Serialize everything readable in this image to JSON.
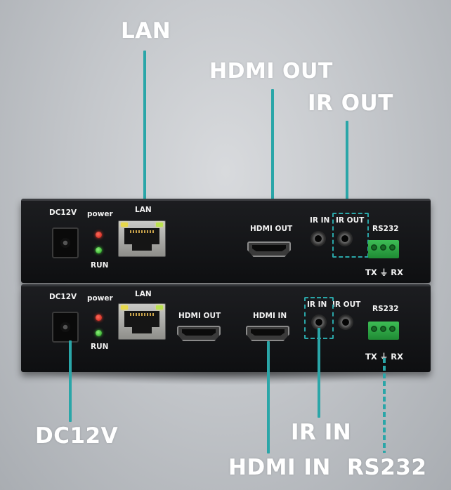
{
  "callouts": {
    "lan": "LAN",
    "hdmi_out": "HDMI OUT",
    "ir_out": "IR OUT",
    "dc12v": "DC12V",
    "ir_in": "IR IN",
    "hdmi_in": "HDMI IN",
    "rs232": "RS232"
  },
  "transmitter": {
    "dc_label": "DC12V",
    "power_label": "power",
    "run_label": "RUN",
    "lan_label": "LAN",
    "hdmi_label": "HDMI OUT",
    "ir_in_label": "IR IN",
    "ir_out_label": "IR OUT",
    "rs232_label": "RS232",
    "rs232_pins": "TX ⏚ RX"
  },
  "receiver": {
    "dc_label": "DC12V",
    "power_label": "power",
    "run_label": "RUN",
    "lan_label": "LAN",
    "hdmi_out_label": "HDMI OUT",
    "hdmi_in_label": "HDMI IN",
    "ir_in_label": "IR IN",
    "ir_out_label": "IR OUT",
    "rs232_label": "RS232",
    "rs232_pins": "TX ⏚ RX"
  },
  "colors": {
    "accent": "#2aa6a8",
    "device": "#141518",
    "terminal": "#2fae49"
  }
}
